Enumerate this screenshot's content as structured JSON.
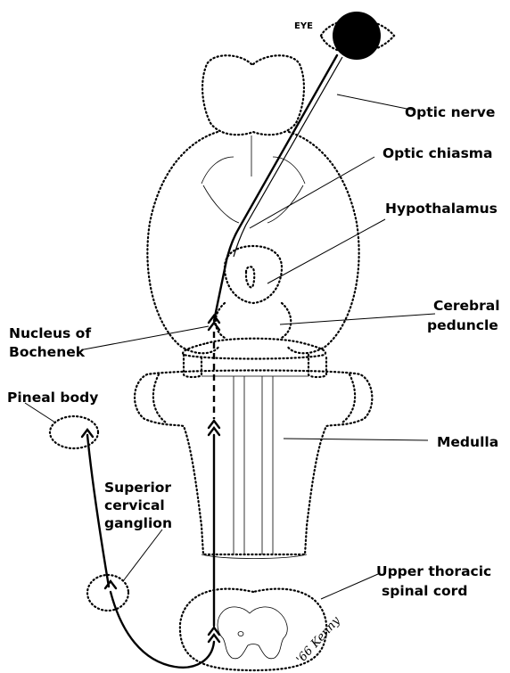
{
  "labels": {
    "eye": "EYE",
    "optic_nerve": "Optic nerve",
    "optic_chiasma": "Optic chiasma",
    "hypothalamus": "Hypothalamus",
    "cerebral_peduncle_line1": "Cerebral",
    "cerebral_peduncle_line2": "peduncle",
    "nucleus_line1": "Nucleus of",
    "nucleus_line2": "Bochenek",
    "pineal_body": "Pineal body",
    "ganglion_line1": "Superior",
    "ganglion_line2": "cervical",
    "ganglion_line3": "ganglion",
    "medulla": "Medulla",
    "spinal_line1": "Upper thoracic",
    "spinal_line2": "spinal cord",
    "signature": "'66 Kenny"
  }
}
